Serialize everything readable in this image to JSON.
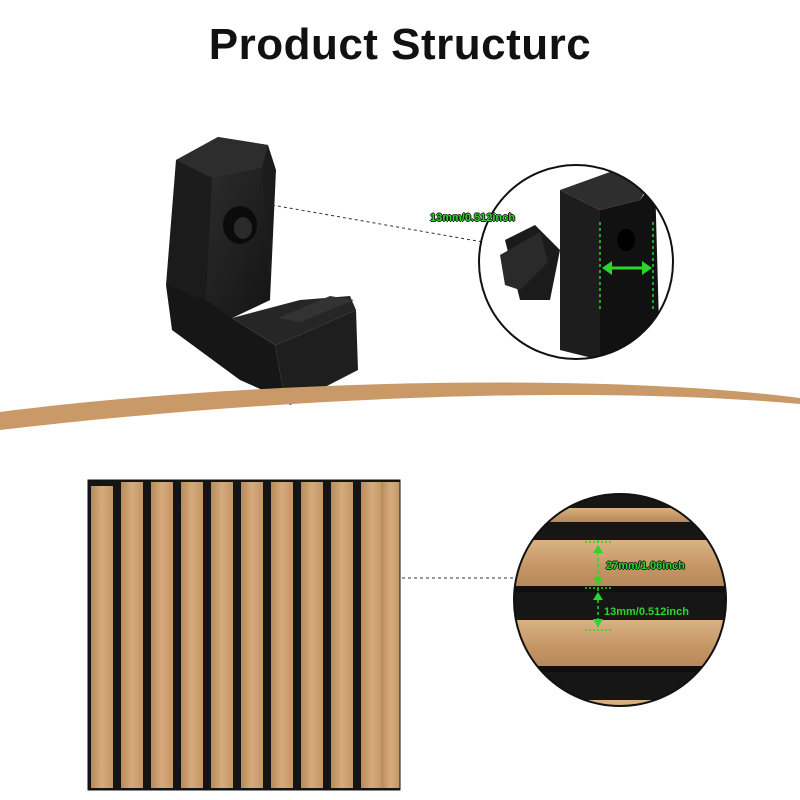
{
  "title": "Product Structurc",
  "measurements": {
    "hook_thickness": "13mm/0.512inch",
    "slat_width": "27mm/1.06inch",
    "slat_gap": "13mm/0.512inch"
  },
  "colors": {
    "accent": "#2bd62b",
    "wood": "#c99a68",
    "hook": "#1c1c1c"
  }
}
